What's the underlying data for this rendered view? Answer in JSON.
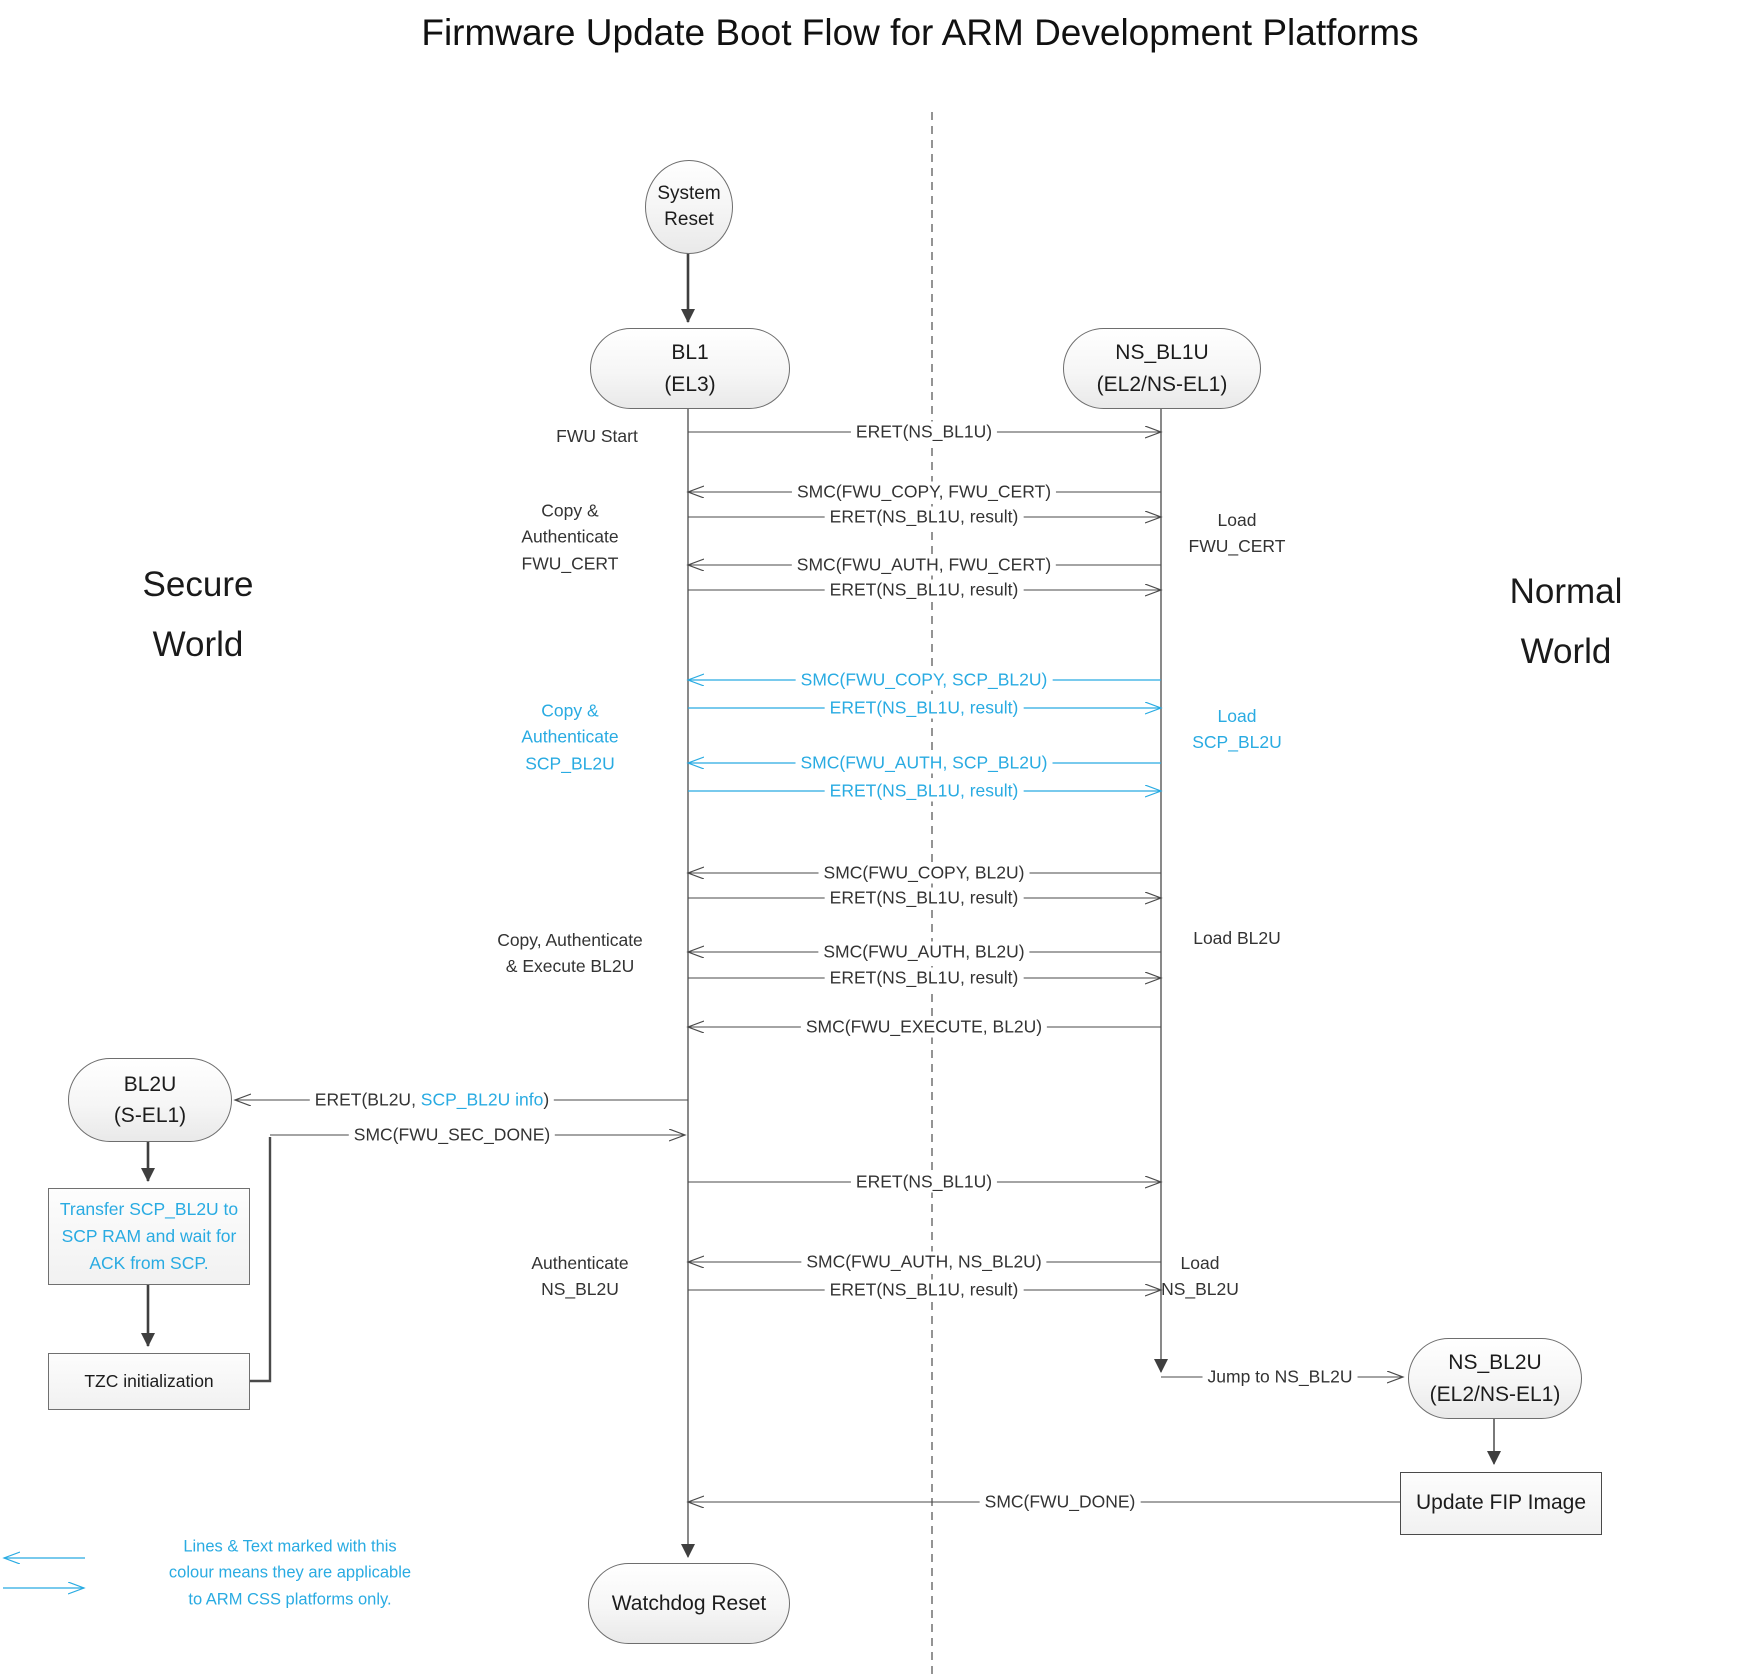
{
  "diagram_title": "Firmware Update Boot Flow for ARM Development Platforms",
  "worlds": {
    "secure": "Secure World",
    "normal": "Normal World"
  },
  "nodes": {
    "system_reset": "System Reset",
    "bl1": {
      "name": "BL1",
      "level": "(EL3)"
    },
    "ns_bl1u": {
      "name": "NS_BL1U",
      "level": "(EL2/NS-EL1)"
    },
    "bl2u": {
      "name": "BL2U",
      "level": "(S-EL1)"
    },
    "ns_bl2u": {
      "name": "NS_BL2U",
      "level": "(EL2/NS-EL1)"
    },
    "watchdog": "Watchdog Reset",
    "transfer_scp": "Transfer SCP_BL2U to SCP RAM and wait for ACK from SCP.",
    "tzc": "TZC initialization",
    "update_fip": "Update FIP Image"
  },
  "messages": [
    {
      "label": "ERET(NS_BL1U)"
    },
    {
      "label": "SMC(FWU_COPY, FWU_CERT)"
    },
    {
      "label": "ERET(NS_BL1U, result)"
    },
    {
      "label": "SMC(FWU_AUTH, FWU_CERT)"
    },
    {
      "label": "ERET(NS_BL1U, result)"
    },
    {
      "label": "SMC(FWU_COPY, SCP_BL2U)"
    },
    {
      "label": "ERET(NS_BL1U, result)"
    },
    {
      "label": "SMC(FWU_AUTH, SCP_BL2U)"
    },
    {
      "label": "ERET(NS_BL1U, result)"
    },
    {
      "label": "SMC(FWU_COPY, BL2U)"
    },
    {
      "label": "ERET(NS_BL1U, result)"
    },
    {
      "label": "SMC(FWU_AUTH, BL2U)"
    },
    {
      "label": "ERET(NS_BL1U, result)"
    },
    {
      "label": "SMC(FWU_EXECUTE, BL2U)"
    },
    {
      "label": "ERET(NS_BL1U)"
    },
    {
      "label": "SMC(FWU_AUTH, NS_BL2U)"
    },
    {
      "label": "ERET(NS_BL1U, result)"
    },
    {
      "label": "SMC(FWU_DONE)"
    }
  ],
  "side_messages": {
    "eret_bl2u": {
      "prefix": "ERET(BL2U, ",
      "highlight": "SCP_BL2U info",
      "suffix": ")"
    },
    "smc_sec_done": "SMC(FWU_SEC_DONE)",
    "jump_ns_bl2u": "Jump to NS_BL2U"
  },
  "annotations": {
    "fwu_start": "FWU Start",
    "copy_auth_fwu_cert": "Copy & Authenticate FWU_CERT",
    "load_fwu_cert": "Load FWU_CERT",
    "copy_auth_scp_bl2u": "Copy & Authenticate SCP_BL2U",
    "load_scp_bl2u": "Load SCP_BL2U",
    "copy_auth_exec_bl2u": "Copy, Authenticate & Execute BL2U",
    "load_bl2u": "Load BL2U",
    "auth_ns_bl2u": "Authenticate NS_BL2U",
    "load_ns_bl2u": "Load NS_BL2U"
  },
  "legend": {
    "text": "Lines & Text marked with this colour means they are applicable to ARM CSS platforms only."
  },
  "colors": {
    "css_accent": "#29ABE2",
    "line": "#4a4a4a"
  }
}
